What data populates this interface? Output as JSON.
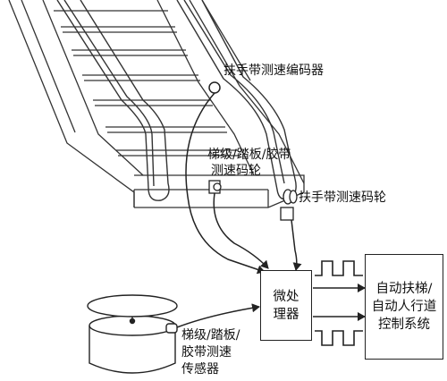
{
  "labels": {
    "handrail_encoder": "扶手带测速编码器",
    "step_wheel_line1": "梯级/踏板/胶带",
    "step_wheel_line2": "测速码轮",
    "handrail_wheel": "扶手带测速码轮",
    "sensor_line1": "梯级/踏板/",
    "sensor_line2": "胶带测速",
    "sensor_line3": "传感器"
  },
  "blocks": {
    "processor_line1": "微处",
    "processor_line2": "理器",
    "control_line1": "自动扶梯/",
    "control_line2": "自动人行道",
    "control_line3": "控制系统"
  },
  "colors": {
    "stroke": "#222222",
    "text": "#111111",
    "background": "#ffffff"
  }
}
